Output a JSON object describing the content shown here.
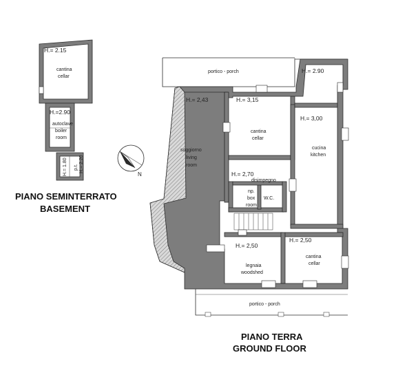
{
  "basement": {
    "title": "PIANO SEMINTERRATO",
    "subtitle": "BASEMENT",
    "rooms": {
      "cantina": {
        "height": "H.= 2.15",
        "name_it": "cantina",
        "name_en": "cellar"
      },
      "autoclave": {
        "height": "H.=2.90",
        "name_it": "autoclave",
        "name_line2": "boiler",
        "name_line3": "room"
      },
      "small_h1": "H.= 1.80",
      "small_pt": "p.t.",
      "small_h2": "H.= 2.20"
    }
  },
  "ground": {
    "title": "PIANO TERRA",
    "subtitle": "GROUND FLOOR",
    "rooms": {
      "portico_top": {
        "name": "portico - porch"
      },
      "corner_h": "H.= 2.90",
      "soggiorno": {
        "height": "H.= 2,43",
        "name_it": "soggiorno",
        "name_line2": "living",
        "name_line3": "room"
      },
      "cantina_mid": {
        "height": "H.= 3,15",
        "name_it": "cantina",
        "name_en": "cellar"
      },
      "cucina": {
        "height": "H.= 3,00",
        "name_it": "cucina",
        "name_en": "kitchen"
      },
      "disimpegno": {
        "height": "H.= 2,70",
        "name": "disimpegno"
      },
      "box": {
        "name_line1": "np.",
        "name_line2": "box",
        "name_line3": "room"
      },
      "wc": {
        "name": "W.C."
      },
      "legnaia": {
        "height": "H.= 2,50",
        "name_it": "legnaia",
        "name_en": "woodshed"
      },
      "cantina_right": {
        "height": "H.= 2,50",
        "name_it": "cantina",
        "name_en": "cellar"
      },
      "portico_bottom": {
        "name": "portico - porch"
      }
    }
  },
  "compass": {
    "label": "N"
  }
}
